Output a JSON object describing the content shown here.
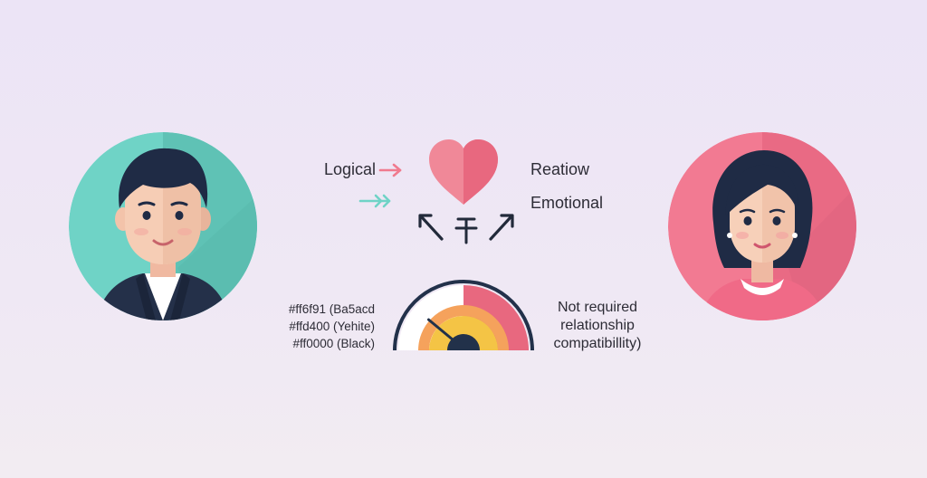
{
  "labels": {
    "logical": "Logical",
    "reatiow": "Reatiow",
    "emotional": "Emotional"
  },
  "legend": {
    "line1": "#ff6f91 (Ba5acd",
    "line2": "#ffd400 (Yehite)",
    "line3": "#ff0000 (Black)"
  },
  "note": {
    "line1": "Not required",
    "line2": "relationship",
    "line3": "compatibillity)"
  },
  "gauge": {
    "needle_value": 0.22
  },
  "colors": {
    "background": "#ece4f6",
    "teal": "#6fd3c6",
    "pink": "#f27a92",
    "heart": "#ef6f86",
    "yellow": "#f4c445",
    "navy": "#22314a"
  },
  "icons": {
    "man": "man-avatar-icon",
    "woman": "woman-avatar-icon",
    "heart": "heart-icon",
    "arrows": "split-arrows-icon"
  }
}
